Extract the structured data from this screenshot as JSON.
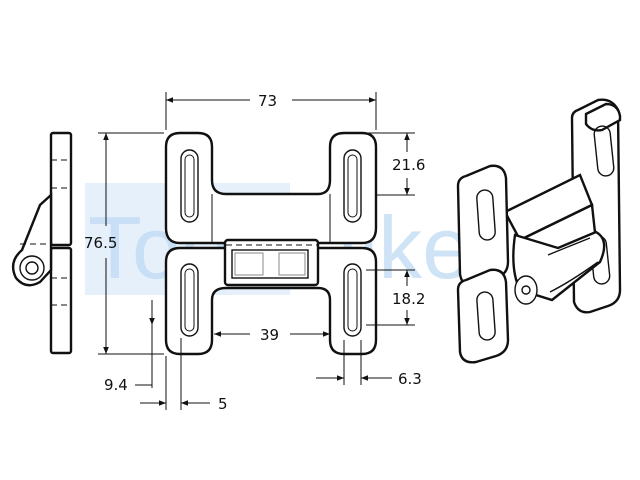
{
  "watermark": {
    "text": "TooWalker",
    "color": "#bcd8f3"
  },
  "dimensions": {
    "overall_width": "73",
    "overall_height": "76.5",
    "slot_height_top": "21.6",
    "slot_spacing_right": "18.2",
    "center_span": "39",
    "left_offset": "9.4",
    "slot_width_left": "5",
    "slot_width_right": "6.3"
  },
  "colors": {
    "line": "#111111",
    "background": "#ffffff"
  }
}
